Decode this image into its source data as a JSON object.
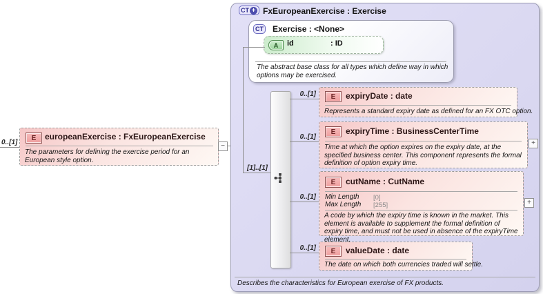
{
  "root": {
    "badge": "CT",
    "title": "FxEuropeanExercise : Exercise",
    "footer_annotation": "Describes the characteristics for European exercise of FX products."
  },
  "base": {
    "badge": "CT",
    "title": "Exercise : <None>",
    "annotation": "The abstract base class for all types which define way in which options may be exercised.",
    "attribute": {
      "badge": "A",
      "name": "id",
      "type": ": ID"
    }
  },
  "source_element": {
    "cardinality": "0..[1]",
    "badge": "E",
    "title": "europeanExercise : FxEuropeanExercise",
    "annotation": "The parameters for defining the exercise period for an European style option."
  },
  "sequence": {
    "cardinality": "[1]..[1]",
    "icon": "sequence-compositor"
  },
  "children": [
    {
      "cardinality": "0..[1]",
      "badge": "E",
      "title": "expiryDate : date",
      "annotation": "Represents a standard expiry date as defined for an FX OTC option."
    },
    {
      "cardinality": "0..[1]",
      "badge": "E",
      "title": "expiryTime : BusinessCenterTime",
      "annotation": "Time at which the option expires on the expiry date, at the specified business center. This component represents the formal definition of option expiry time."
    },
    {
      "cardinality": "0..[1]",
      "badge": "E",
      "title": "cutName : CutName",
      "facets": [
        {
          "name": "Min Length",
          "value": "[0]"
        },
        {
          "name": "Max Length",
          "value": "[255]"
        }
      ],
      "annotation": "A code by which the expiry time is known in the market. This element is available to supplement the formal definition of expiry time, and must not be used in absence of the expiryTime element."
    },
    {
      "cardinality": "0..[1]",
      "badge": "E",
      "title": "valueDate : date",
      "annotation": "The date on which both currencies traded will settle."
    }
  ],
  "ui": {
    "collapse_glyph": "−",
    "expand_glyph": "+"
  },
  "colors": {
    "outer_fill": "#dcdaf2",
    "outer_border": "#9b9bb4",
    "element_fill": "#f6c7c7",
    "element_border": "#9b9b9b",
    "attribute_fill": "#cdeccd",
    "badge_blue": "#4c4cae",
    "connector": "#8f8f8f"
  }
}
